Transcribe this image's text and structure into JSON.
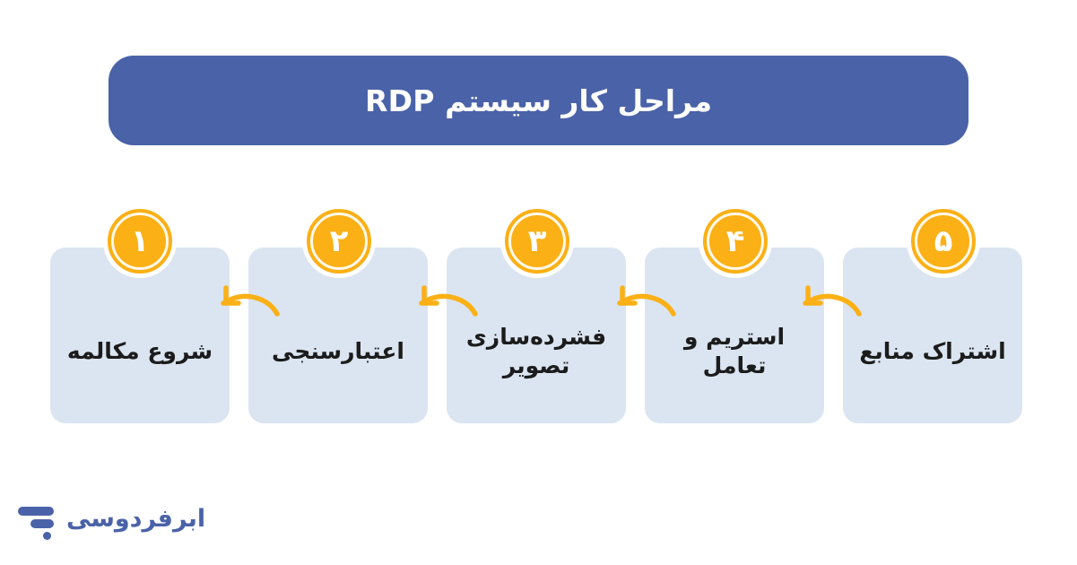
{
  "page": {
    "background_color": "#ffffff",
    "direction": "rtl",
    "language": "fa"
  },
  "header": {
    "title": "مراحل کار سیستم RDP",
    "background_color": "#4a62a8",
    "text_color": "#ffffff"
  },
  "theme": {
    "brand_blue": "#4a62a8",
    "card_blue": "#dbe5f1",
    "badge_orange": "#fbb016",
    "arrow_orange": "#fbb016",
    "label_dark": "#1c1c1c"
  },
  "steps": [
    {
      "number": "۵",
      "label": "اشتراک منابع"
    },
    {
      "number": "۴",
      "label": "استریم و تعامل"
    },
    {
      "number": "۳",
      "label": "فشرده‌سازی\nتصویر"
    },
    {
      "number": "۲",
      "label": "اعتبارسنجی"
    },
    {
      "number": "۱",
      "label": "شروع مکالمه"
    }
  ],
  "connectors": [
    {
      "direction": "left",
      "icon": "curved-arrow-left-icon"
    },
    {
      "direction": "left",
      "icon": "curved-arrow-left-icon"
    },
    {
      "direction": "left",
      "icon": "curved-arrow-left-icon"
    },
    {
      "direction": "left",
      "icon": "curved-arrow-left-icon"
    }
  ],
  "logo": {
    "text": "ابرفردوسی",
    "color": "#4a62a8",
    "mark": "three-bar-logo-icon"
  }
}
